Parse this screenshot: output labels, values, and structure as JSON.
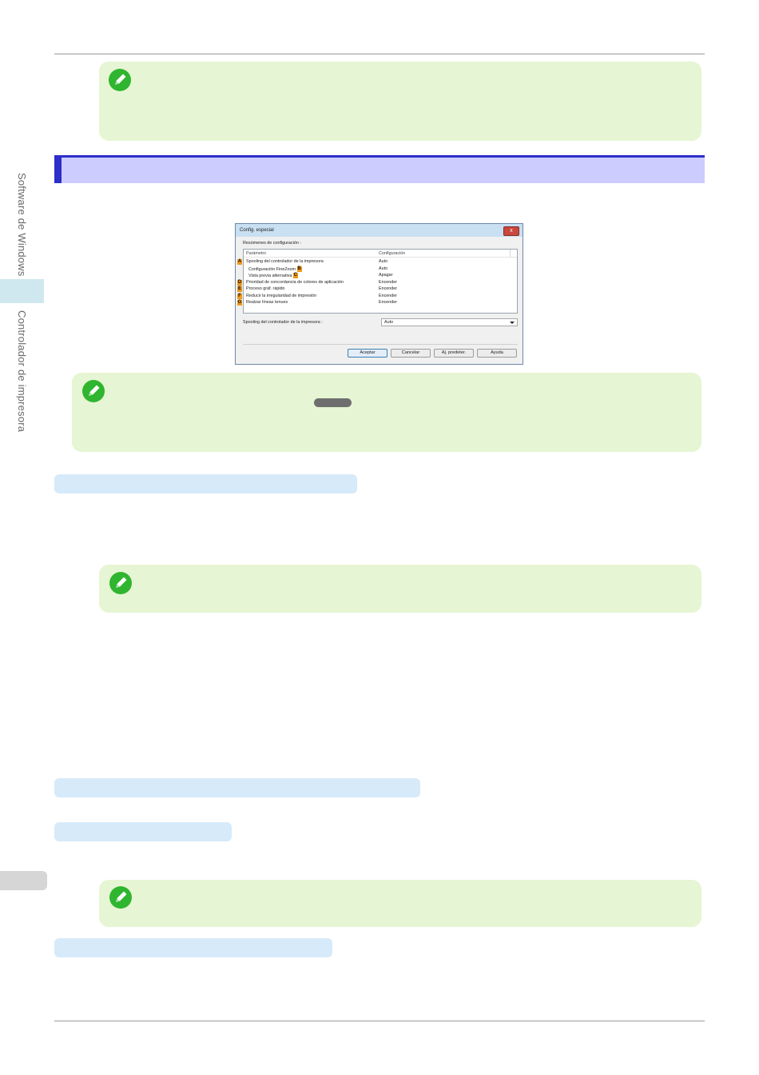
{
  "sidebar": {
    "chapter_label": "Software de Windows",
    "section_label": "Controlador de impresora"
  },
  "dialog": {
    "title": "Config. especial",
    "close_glyph": "x",
    "summary_label": "Resúmenes de configuración :",
    "columns": [
      "Parámetro",
      "Configuración"
    ],
    "rows": [
      {
        "badge": "A",
        "badge_pos": "left",
        "param": "Spooling del controlador de la impresora",
        "value": "Auto"
      },
      {
        "badge": "B",
        "badge_pos": "after",
        "param": "Configuración FineZoom",
        "value": "Auto"
      },
      {
        "badge": "C",
        "badge_pos": "after",
        "param": "Vista previa alternativa",
        "value": "Apagar"
      },
      {
        "badge": "D",
        "badge_pos": "left",
        "param": "Prioridad de concordancia de colores de aplicación",
        "value": "Encender"
      },
      {
        "badge": "E",
        "badge_pos": "left",
        "param": "Proceso gráf. rápido",
        "value": "Encender"
      },
      {
        "badge": "F",
        "badge_pos": "left",
        "param": "Reducir la irregularidad de impresión",
        "value": "Encender"
      },
      {
        "badge": "G",
        "badge_pos": "left",
        "param": "Realzar líneas tenues",
        "value": "Encender"
      }
    ],
    "combo_label": "Spooling del controlador de la impresora :",
    "combo_value": "Auto",
    "buttons": {
      "ok": "Aceptar",
      "cancel": "Cancelar",
      "defaults": "Aj. predeter.",
      "help": "Ayuda"
    }
  },
  "icons": {
    "note": "note-pencil-icon"
  },
  "colors": {
    "note_bg": "#e6f5d3",
    "section_bar": "#ccccff",
    "section_accent": "#2e2ec8",
    "subheading_bar": "#d7eaf9",
    "badge": "#ef9a1a"
  }
}
